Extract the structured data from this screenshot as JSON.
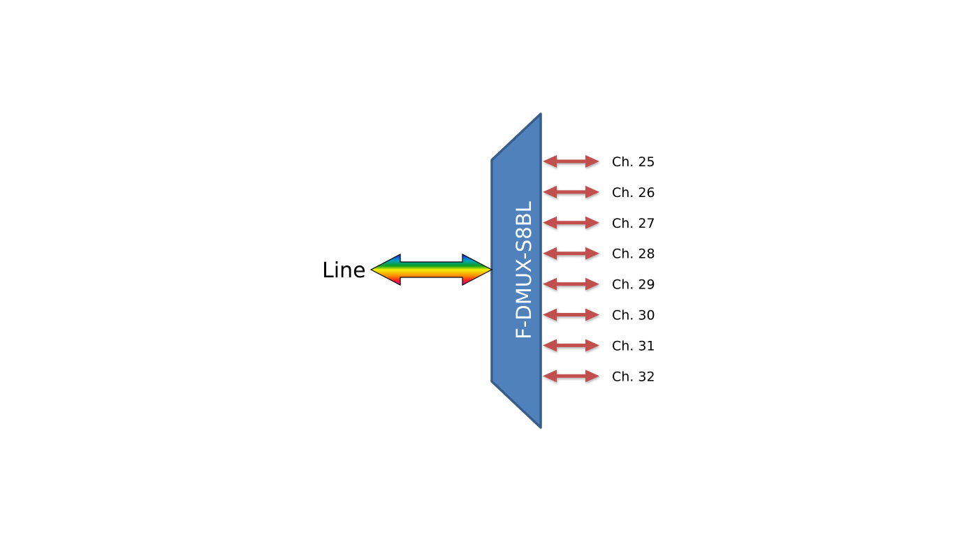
{
  "device": {
    "label": "F-DMUX-S8BL",
    "fill": "#4f81bd",
    "stroke": "#385d8a"
  },
  "line": {
    "label": "Line"
  },
  "channel_arrow_color": "#c0504d",
  "channels": [
    "Ch. 25",
    "Ch. 26",
    "Ch. 27",
    "Ch. 28",
    "Ch. 29",
    "Ch. 30",
    "Ch. 31",
    "Ch. 32"
  ]
}
